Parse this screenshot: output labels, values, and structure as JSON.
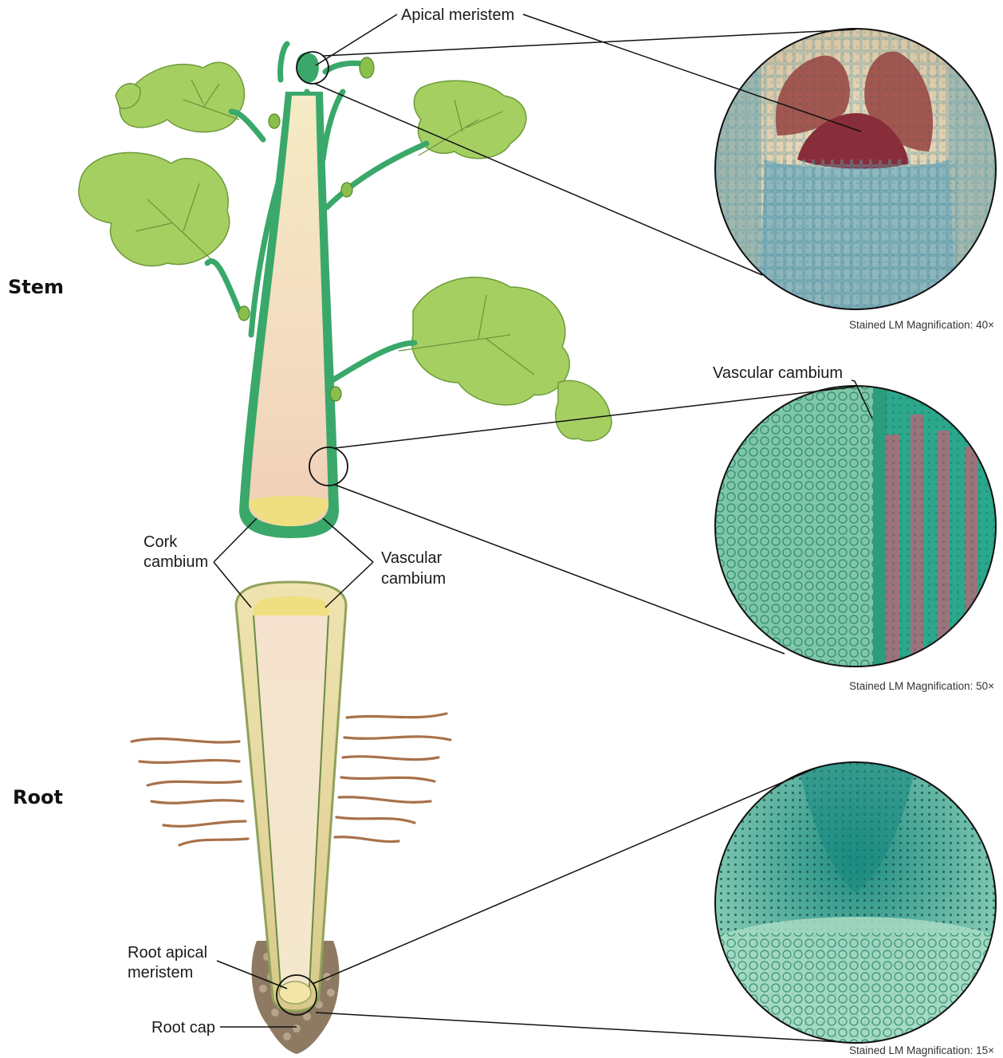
{
  "sections": {
    "stem": "Stem",
    "root": "Root"
  },
  "labels": {
    "apical_meristem": "Apical meristem",
    "vascular_cambium_micro": "Vascular cambium",
    "cork_cambium_line1": "Cork",
    "cork_cambium_line2": "cambium",
    "vascular_cambium_line1": "Vascular",
    "vascular_cambium_line2": "cambium",
    "root_apical_line1": "Root apical",
    "root_apical_line2": "meristem",
    "root_cap": "Root cap"
  },
  "captions": {
    "top": "Stained LM Magnification: 40×",
    "middle": "Stained LM Magnification: 50×",
    "bottom": "Stained LM Magnification: 15×"
  },
  "colors": {
    "stem_green": "#3aa86a",
    "stem_core": "#f3e6b8",
    "leaf": "#9cc85a",
    "root_body": "#e2d59a",
    "root_hair": "#a8714a",
    "apical_stain": "#8a3a3a",
    "cambium_stain": "#2fb08a",
    "root_tip_stain": "#2a9a8a"
  }
}
